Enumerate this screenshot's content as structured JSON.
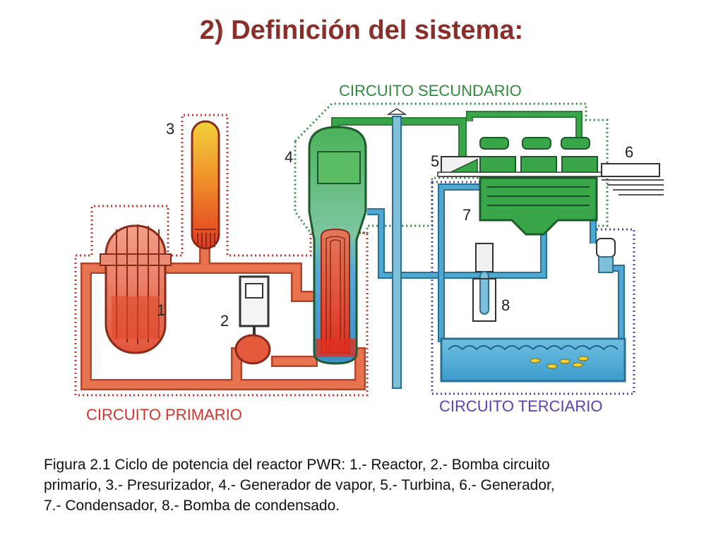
{
  "title": "2) Definición del sistema:",
  "colors": {
    "title": "#8b2e2a",
    "primary_border": "#d9312b",
    "secondary_border": "#2f8a3e",
    "tertiary_border": "#5a3fb5",
    "primary_fluid": "#e8744f",
    "water": "#4fa8cf",
    "steam": "#3aa64a"
  },
  "diagram": {
    "circuits": {
      "secondary": "CIRCUITO SECUNDARIO",
      "primary": "CIRCUITO PRIMARIO",
      "tertiary": "CIRCUITO TERCIARIO"
    },
    "numbers": {
      "n1": "1",
      "n2": "2",
      "n3": "3",
      "n4": "4",
      "n5": "5",
      "n6": "6",
      "n7": "7",
      "n8": "8"
    }
  },
  "caption": {
    "line1": "Figura 2.1  Ciclo de potencia del reactor PWR: 1.- Reactor, 2.- Bomba circuito",
    "line2": "primario, 3.- Presurizador, 4.- Generador de vapor, 5.- Turbina, 6.- Generador,",
    "line3": "7.- Condensador, 8.- Bomba de condensado."
  }
}
